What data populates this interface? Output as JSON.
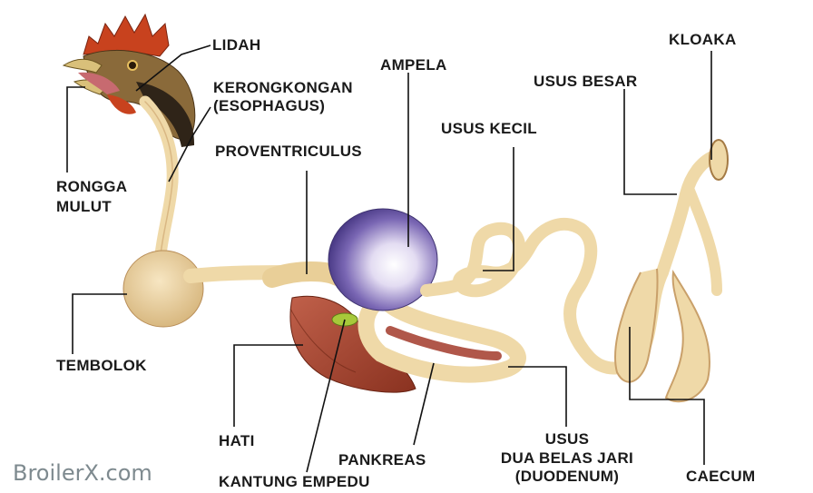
{
  "labels": {
    "lidah": "LIDAH",
    "kerongkongan": "KERONGKONGAN",
    "esophagus": "(ESOPHAGUS)",
    "ampela": "AMPELA",
    "kloaka": "KLOAKA",
    "usus_besar": "USUS BESAR",
    "usus_kecil": "USUS KECIL",
    "proventriculus": "PROVENTRICULUS",
    "rongga": "RONGGA",
    "mulut": "MULUT",
    "tembolok": "TEMBOLOK",
    "hati": "HATI",
    "pankreas": "PANKREAS",
    "kantung_empedu": "KANTUNG EMPEDU",
    "usus": "USUS",
    "dua_belas_jari": "DUA BELAS JARI",
    "duodenum": "(DUODENUM)",
    "caecum": "CAECUM"
  },
  "watermark": "BroilerX.com",
  "colors": {
    "gut": "#efd9a8",
    "gut_shade": "#c9a06a",
    "liver": "#a5452d",
    "gizzard": "#6b5aa8",
    "comb": "#c8421e",
    "leader": "#111111"
  }
}
